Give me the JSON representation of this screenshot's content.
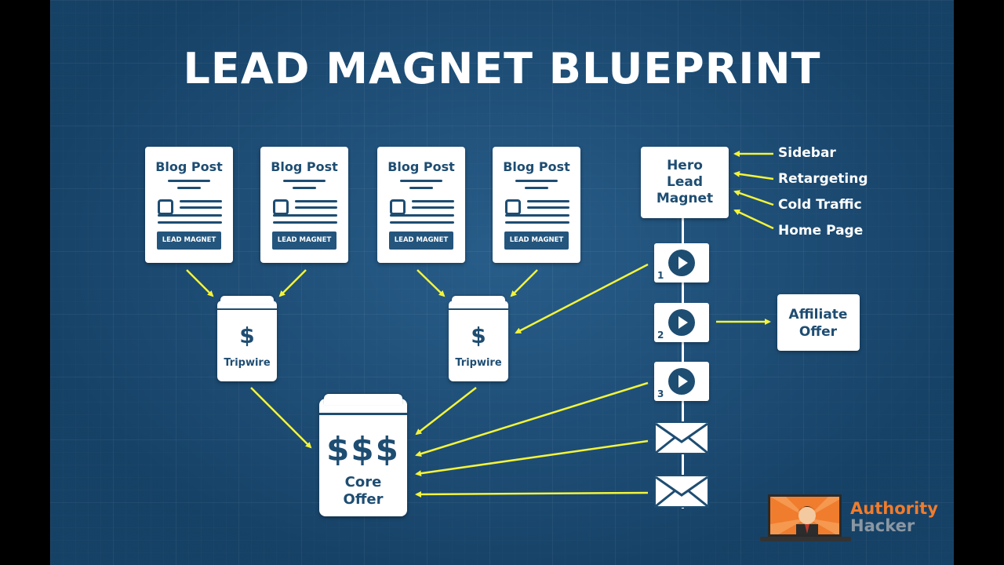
{
  "title": "LEAD MAGNET BLUEPRINT",
  "blog_posts": [
    {
      "label": "Blog Post",
      "button": "LEAD MAGNET"
    },
    {
      "label": "Blog Post",
      "button": "LEAD MAGNET"
    },
    {
      "label": "Blog Post",
      "button": "LEAD MAGNET"
    },
    {
      "label": "Blog Post",
      "button": "LEAD MAGNET"
    }
  ],
  "tripwires": [
    {
      "symbol": "$",
      "label": "Tripwire"
    },
    {
      "symbol": "$",
      "label": "Tripwire"
    }
  ],
  "core_offer": {
    "symbol": "$$$",
    "label": "Core Offer"
  },
  "hero": {
    "label": "Hero Lead Magnet"
  },
  "traffic_sources": [
    "Sidebar",
    "Retargeting",
    "Cold Traffic",
    "Home Page"
  ],
  "videos": [
    {
      "num": "1"
    },
    {
      "num": "2"
    },
    {
      "num": "3"
    }
  ],
  "affiliate": {
    "label": "Affiliate Offer"
  },
  "brand": {
    "line1": "Authority",
    "line2": "Hacker"
  },
  "colors": {
    "arrow": "#f4f43a",
    "navy": "#1e4d72",
    "accent": "#f07c2d"
  }
}
